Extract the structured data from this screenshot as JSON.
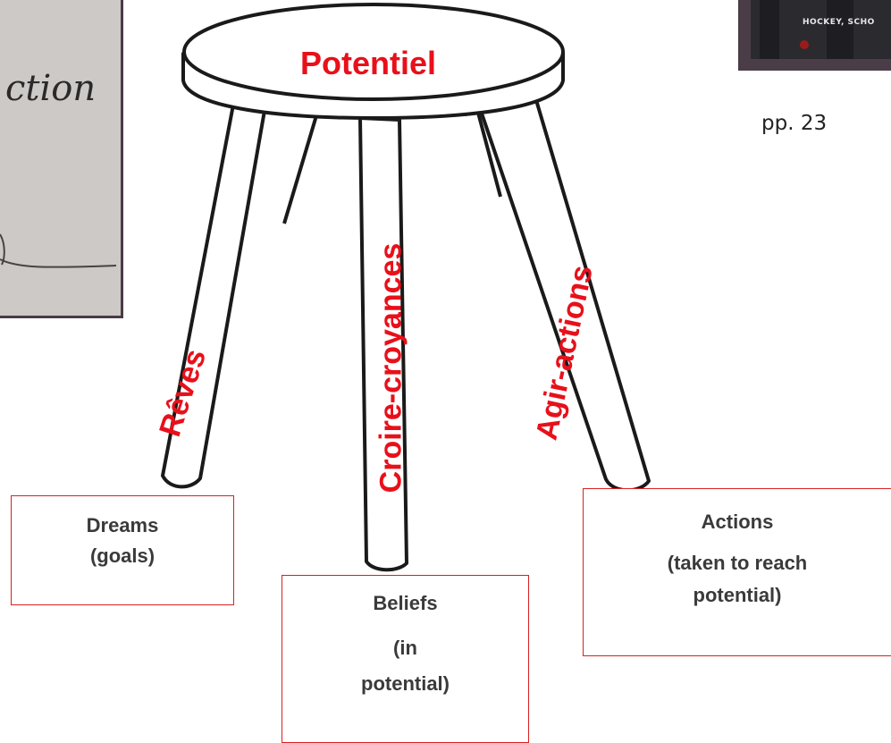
{
  "stool": {
    "seat_label": "Potentiel",
    "leg_labels": {
      "left": "Rêves",
      "middle": "Croire-croyances",
      "right": "Agir-actions"
    }
  },
  "boxes": {
    "dreams": {
      "line1": "Dreams",
      "line2": "(goals)"
    },
    "beliefs": {
      "line1": "Beliefs",
      "line2": "(in",
      "line3": "potential)"
    },
    "actions": {
      "line1": "Actions",
      "line2": "(taken to reach",
      "line3": "potential)"
    }
  },
  "photo": {
    "handwriting": "ction"
  },
  "book": {
    "cover_text": "HOCKEY, SCHO"
  },
  "page_ref": "pp. 23",
  "colors": {
    "label_red": "#e8101a",
    "box_border": "#d92020",
    "text_gray": "#3a3a3a"
  }
}
